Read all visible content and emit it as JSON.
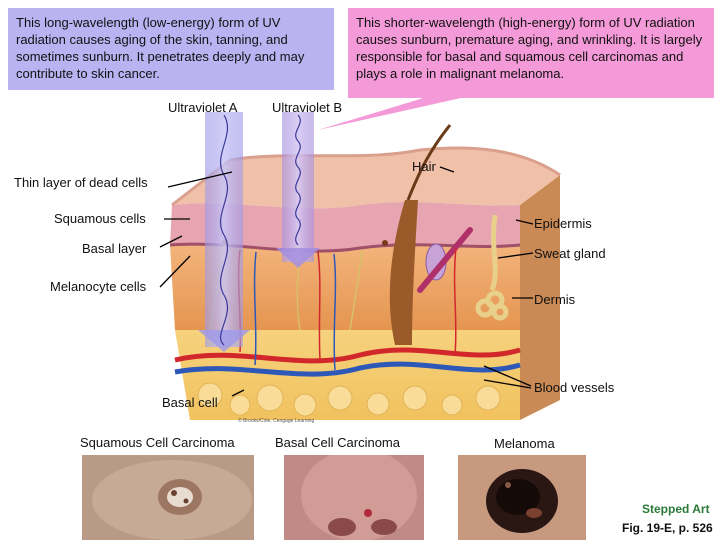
{
  "callouts": {
    "uva": "This long-wavelength (low-energy) form of UV radiation causes aging of the skin, tanning, and sometimes sunburn. It penetrates deeply and may contribute to skin cancer.",
    "uvb": "This shorter-wavelength (high-energy) form of UV radiation causes sunburn, premature aging, and wrinkling. It is largely responsible for basal and squamous cell carcinomas and plays a role in malignant melanoma."
  },
  "labels": {
    "uva": "Ultraviolet A",
    "uvb": "Ultraviolet B",
    "hair": "Hair",
    "dead_cells": "Thin layer of dead cells",
    "squamous_cells": "Squamous cells",
    "basal_layer": "Basal layer",
    "melanocyte_cells": "Melanocyte cells",
    "epidermis": "Epidermis",
    "sweat_gland": "Sweat gland",
    "dermis": "Dermis",
    "blood_vessels": "Blood vessels",
    "basal_cell": "Basal cell"
  },
  "captions": {
    "scc": "Squamous Cell Carcinoma",
    "bcc": "Basal Cell Carcinoma",
    "melanoma": "Melanoma"
  },
  "credit": "© Brooks/Cole, Cengage Learning",
  "footer": {
    "stepped": "Stepped Art",
    "figref": "Fig. 19-E, p. 526"
  },
  "colors": {
    "uva_box": "#b9b3f2",
    "uvb_box": "#f49ad8",
    "stepped_text": "#2a7a3a"
  }
}
